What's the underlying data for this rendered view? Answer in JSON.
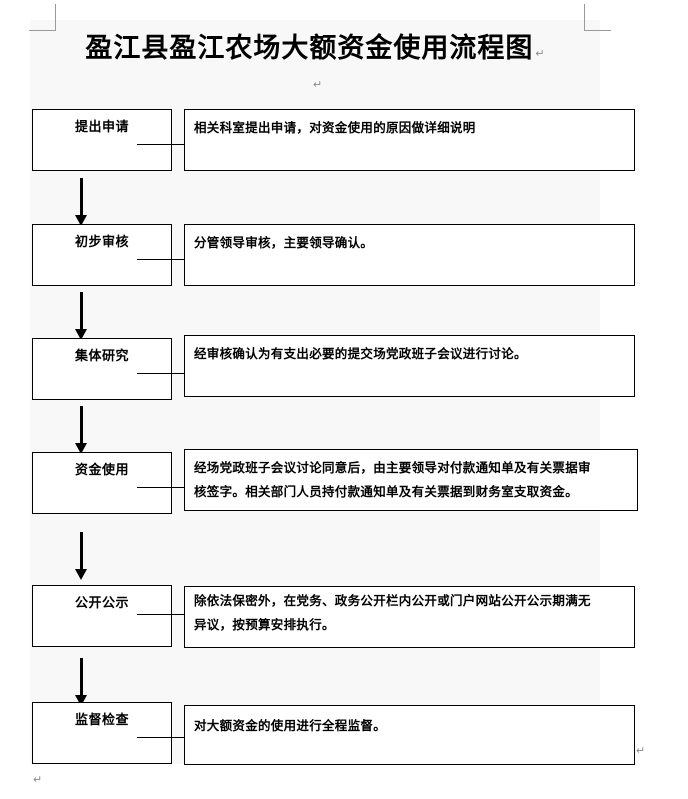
{
  "document": {
    "title": "盈江县盈江农场大额资金使用流程图",
    "title_pilcrow": "↵",
    "blank_line_pilcrow": "↵",
    "end_pilcrow": "↵",
    "doc_end_pilcrow": "↵",
    "page_background": "#ffffff",
    "band_color": "#f8f8f8",
    "line_color": "#000000",
    "crop_mark_color": "#9a9a9a"
  },
  "flowchart": {
    "type": "process-flow",
    "direction": "top-to-bottom",
    "steps": [
      {
        "index": 1,
        "label": "提出申请",
        "description": [
          "相关科室提出申请，对资金使用的原因做详细说明"
        ]
      },
      {
        "index": 2,
        "label": "初步审核",
        "description": [
          "分管领导审核，主要领导确认。"
        ]
      },
      {
        "index": 3,
        "label": "集体研究",
        "description": [
          "经审核确认为有支出必要的提交场党政班子会议进行讨论。"
        ]
      },
      {
        "index": 4,
        "label": "资金使用",
        "description": [
          "经场党政班子会议讨论同意后，由主要领导对付款通知单及有关票据审",
          "核签字。相关部门人员持付款通知单及有关票据到财务室支取资金。"
        ]
      },
      {
        "index": 5,
        "label": "公开公示",
        "description": [
          "除依法保密外，在党务、政务公开栏内公开或门户网站公开公示期满无",
          "异议，按预算安排执行。"
        ]
      },
      {
        "index": 6,
        "label": "监督检查",
        "description": [
          "对大额资金的使用进行全程监督。"
        ]
      }
    ]
  }
}
